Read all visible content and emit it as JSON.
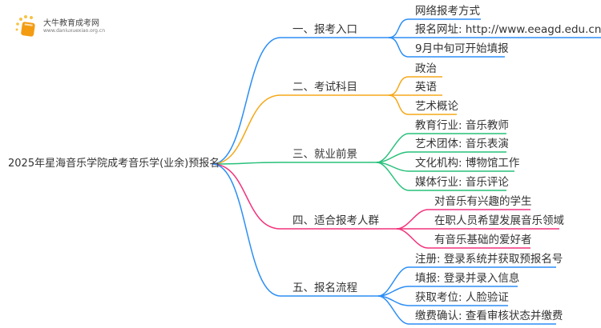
{
  "logo": {
    "title": "大牛教育成考网",
    "url": "www.daniuxuexiao.org.cn"
  },
  "root": "2025年星海音乐学院成考音乐学(业余)预报名",
  "colors": {
    "blue": "#2b8ef5",
    "orange": "#f5a818",
    "green": "#27c07a",
    "pink": "#f2327c",
    "logo": "#f39c12"
  },
  "branches": [
    {
      "label": "一、报考入口",
      "color": "blue",
      "children": [
        "网络报考方式",
        "报名网址: http://www.eeagd.edu.cn/cr",
        "9月中旬可开始填报"
      ]
    },
    {
      "label": "二、考试科目",
      "color": "orange",
      "children": [
        "政治",
        "英语",
        "艺术概论"
      ]
    },
    {
      "label": "三、就业前景",
      "color": "green",
      "children": [
        "教育行业: 音乐教师",
        "艺术团体: 音乐表演",
        "文化机构: 博物馆工作",
        "媒体行业: 音乐评论"
      ]
    },
    {
      "label": "四、适合报考人群",
      "color": "pink",
      "children": [
        "对音乐有兴趣的学生",
        "在职人员希望发展音乐领域",
        "有音乐基础的爱好者"
      ]
    },
    {
      "label": "五、报名流程",
      "color": "blue",
      "children": [
        "注册: 登录系统并获取预报名号",
        "填报: 登录并录入信息",
        "获取考位: 人脸验证",
        "缴费确认: 查看审核状态并缴费"
      ]
    }
  ]
}
